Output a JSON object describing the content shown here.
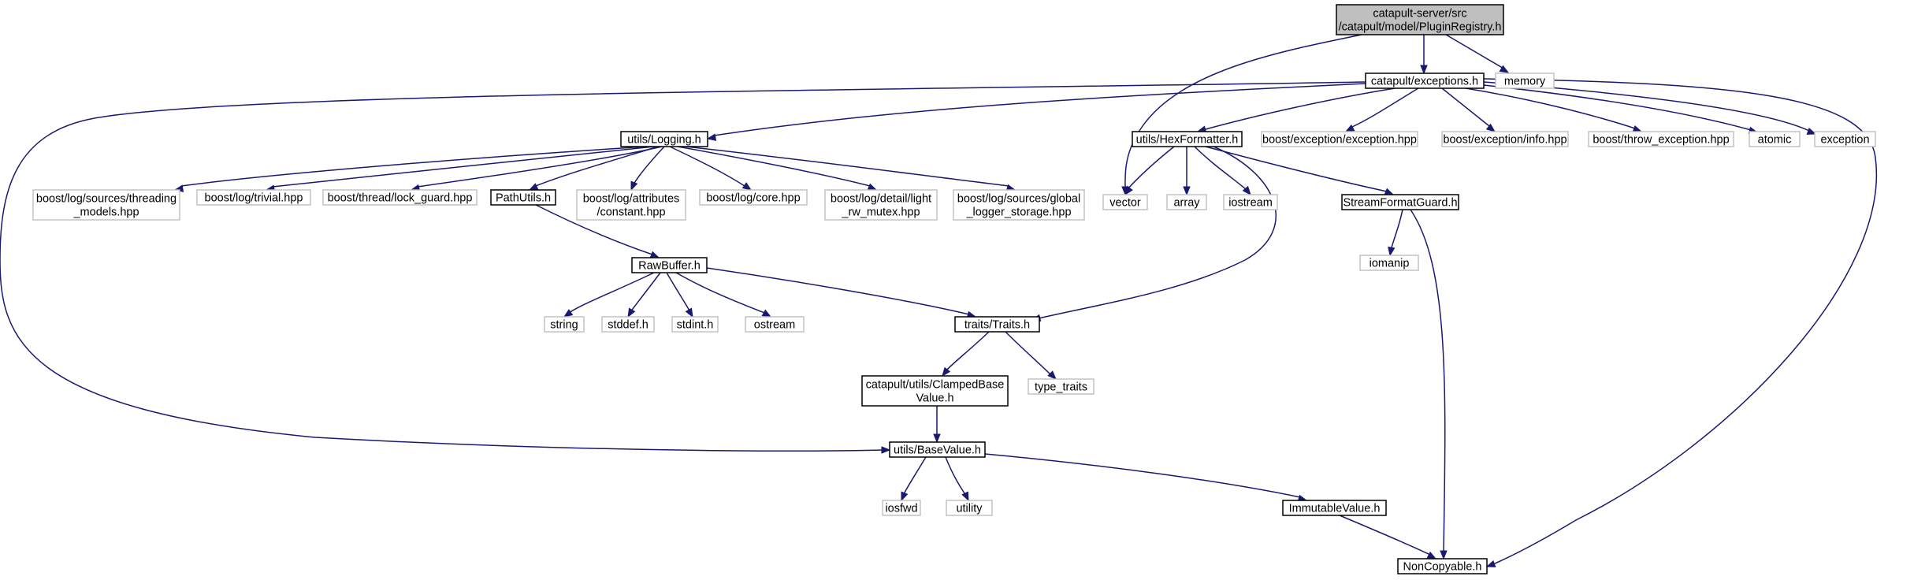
{
  "graph": {
    "title": "",
    "colors": {
      "edge": "#191970",
      "main_fill": "#bfbfbf",
      "local_border": "#000000",
      "system_border": "#bfbfbf"
    },
    "nodes": {
      "plugin_registry": {
        "lines": [
          "catapult-server/src",
          "/catapult/model/PluginRegistry.h"
        ],
        "kind": "main"
      },
      "exceptions": {
        "lines": [
          "catapult/exceptions.h"
        ],
        "kind": "local"
      },
      "memory": {
        "lines": [
          "memory"
        ],
        "kind": "system"
      },
      "logging": {
        "lines": [
          "utils/Logging.h"
        ],
        "kind": "local"
      },
      "hexformatter": {
        "lines": [
          "utils/HexFormatter.h"
        ],
        "kind": "local"
      },
      "boost_exception": {
        "lines": [
          "boost/exception/exception.hpp"
        ],
        "kind": "system"
      },
      "boost_exception_info": {
        "lines": [
          "boost/exception/info.hpp"
        ],
        "kind": "system"
      },
      "boost_throw_exception": {
        "lines": [
          "boost/throw_exception.hpp"
        ],
        "kind": "system"
      },
      "atomic": {
        "lines": [
          "atomic"
        ],
        "kind": "system"
      },
      "exception": {
        "lines": [
          "exception"
        ],
        "kind": "system"
      },
      "threading_models": {
        "lines": [
          "boost/log/sources/threading",
          "_models.hpp"
        ],
        "kind": "system"
      },
      "trivial": {
        "lines": [
          "boost/log/trivial.hpp"
        ],
        "kind": "system"
      },
      "lock_guard": {
        "lines": [
          "boost/thread/lock_guard.hpp"
        ],
        "kind": "system"
      },
      "pathutils": {
        "lines": [
          "PathUtils.h"
        ],
        "kind": "local"
      },
      "attributes_constant": {
        "lines": [
          "boost/log/attributes",
          "/constant.hpp"
        ],
        "kind": "system"
      },
      "log_core": {
        "lines": [
          "boost/log/core.hpp"
        ],
        "kind": "system"
      },
      "rw_mutex": {
        "lines": [
          "boost/log/detail/light",
          "_rw_mutex.hpp"
        ],
        "kind": "system"
      },
      "global_logger": {
        "lines": [
          "boost/log/sources/global",
          "_logger_storage.hpp"
        ],
        "kind": "system"
      },
      "vector": {
        "lines": [
          "vector"
        ],
        "kind": "system"
      },
      "array": {
        "lines": [
          "array"
        ],
        "kind": "system"
      },
      "iostream": {
        "lines": [
          "iostream"
        ],
        "kind": "system"
      },
      "streamformatguard": {
        "lines": [
          "StreamFormatGuard.h"
        ],
        "kind": "local"
      },
      "iomanip": {
        "lines": [
          "iomanip"
        ],
        "kind": "system"
      },
      "rawbuffer": {
        "lines": [
          "RawBuffer.h"
        ],
        "kind": "local"
      },
      "string": {
        "lines": [
          "string"
        ],
        "kind": "system"
      },
      "stddef": {
        "lines": [
          "stddef.h"
        ],
        "kind": "system"
      },
      "stdint": {
        "lines": [
          "stdint.h"
        ],
        "kind": "system"
      },
      "ostream": {
        "lines": [
          "ostream"
        ],
        "kind": "system"
      },
      "traits": {
        "lines": [
          "traits/Traits.h"
        ],
        "kind": "local"
      },
      "clampedbasevalue": {
        "lines": [
          "catapult/utils/ClampedBase",
          "Value.h"
        ],
        "kind": "local"
      },
      "type_traits": {
        "lines": [
          "type_traits"
        ],
        "kind": "system"
      },
      "basevalue": {
        "lines": [
          "utils/BaseValue.h"
        ],
        "kind": "local"
      },
      "iosfwd": {
        "lines": [
          "iosfwd"
        ],
        "kind": "system"
      },
      "utility": {
        "lines": [
          "utility"
        ],
        "kind": "system"
      },
      "immutablevalue": {
        "lines": [
          "ImmutableValue.h"
        ],
        "kind": "local"
      },
      "noncopyable": {
        "lines": [
          "NonCopyable.h"
        ],
        "kind": "local"
      }
    },
    "edges": [
      [
        "plugin_registry",
        "exceptions"
      ],
      [
        "plugin_registry",
        "memory"
      ],
      [
        "plugin_registry",
        "vector"
      ],
      [
        "exceptions",
        "logging"
      ],
      [
        "exceptions",
        "hexformatter"
      ],
      [
        "exceptions",
        "boost_exception"
      ],
      [
        "exceptions",
        "boost_exception_info"
      ],
      [
        "exceptions",
        "boost_throw_exception"
      ],
      [
        "exceptions",
        "atomic"
      ],
      [
        "exceptions",
        "exception"
      ],
      [
        "exceptions",
        "basevalue"
      ],
      [
        "exceptions",
        "noncopyable"
      ],
      [
        "logging",
        "threading_models"
      ],
      [
        "logging",
        "trivial"
      ],
      [
        "logging",
        "lock_guard"
      ],
      [
        "logging",
        "pathutils"
      ],
      [
        "logging",
        "attributes_constant"
      ],
      [
        "logging",
        "log_core"
      ],
      [
        "logging",
        "rw_mutex"
      ],
      [
        "logging",
        "global_logger"
      ],
      [
        "hexformatter",
        "vector"
      ],
      [
        "hexformatter",
        "array"
      ],
      [
        "hexformatter",
        "iostream"
      ],
      [
        "hexformatter",
        "streamformatguard"
      ],
      [
        "hexformatter",
        "traits"
      ],
      [
        "pathutils",
        "rawbuffer"
      ],
      [
        "rawbuffer",
        "string"
      ],
      [
        "rawbuffer",
        "stddef"
      ],
      [
        "rawbuffer",
        "stdint"
      ],
      [
        "rawbuffer",
        "ostream"
      ],
      [
        "rawbuffer",
        "traits"
      ],
      [
        "streamformatguard",
        "iomanip"
      ],
      [
        "streamformatguard",
        "noncopyable"
      ],
      [
        "traits",
        "clampedbasevalue"
      ],
      [
        "traits",
        "type_traits"
      ],
      [
        "clampedbasevalue",
        "basevalue"
      ],
      [
        "basevalue",
        "iosfwd"
      ],
      [
        "basevalue",
        "utility"
      ],
      [
        "basevalue",
        "immutablevalue"
      ],
      [
        "immutablevalue",
        "noncopyable"
      ]
    ]
  }
}
